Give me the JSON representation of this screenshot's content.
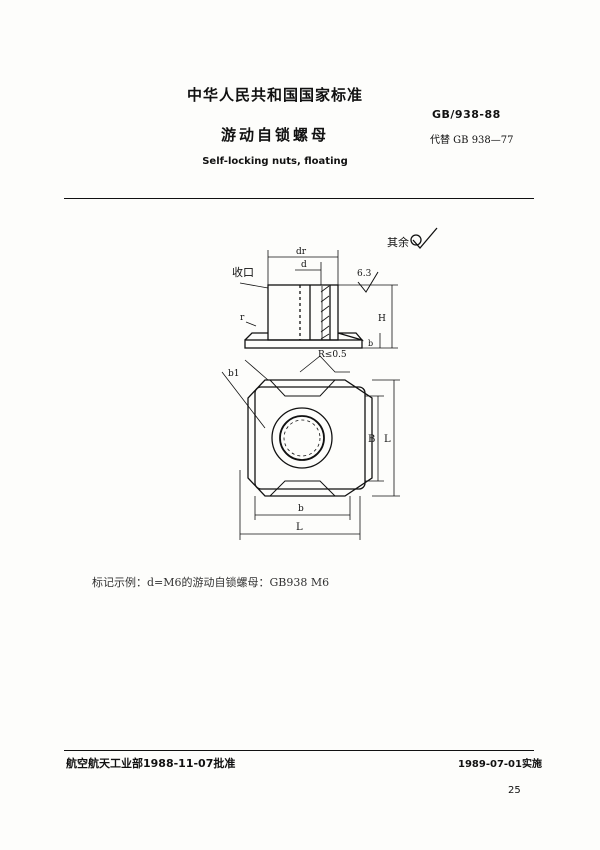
{
  "header": {
    "national_standard": "中华人民共和国国家标准",
    "standard_number": "GB/938-88",
    "replaces": "代替 GB 938—77"
  },
  "title": {
    "chinese": "游动自锁螺母",
    "english": "Self-locking nuts, floating"
  },
  "drawing": {
    "surface_note": "其余",
    "roughness_value": "6.3",
    "label_shoukou": "收口",
    "dim_dr": "dr",
    "dim_d": "d",
    "dim_r": "r",
    "dim_H": "H",
    "dim_b_side": "b",
    "dim_R": "R≤0.5",
    "dim_b1": "b1",
    "dim_B": "B",
    "dim_L_vert": "L",
    "dim_b_bottom": "b",
    "dim_L_bottom": "L"
  },
  "marking_example": "标记示例：d=M6的游动自锁螺母：GB938  M6",
  "footer": {
    "issuer": "航空航天工业部1988-11-07批准",
    "implementation": "1989-07-01实施"
  },
  "page_number": "25"
}
